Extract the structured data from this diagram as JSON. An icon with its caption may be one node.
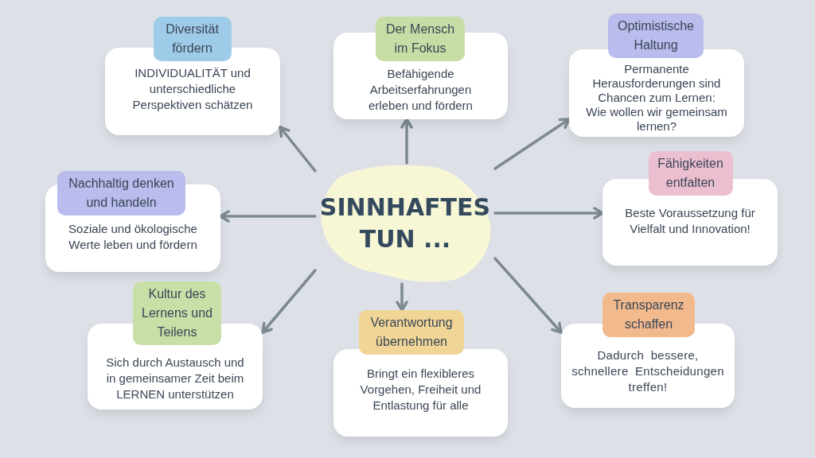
{
  "diagram": {
    "nodes": [
      {
        "text": [
          "Diversität fördern",
          "INDIVIDUALITÄT und unterschiedliche Perspektiven schätzen"
        ]
      },
      {
        "text": [
          "Der Mensch im Fokus",
          "Befähigende Arbeitserfahrungen erleben und fördern"
        ]
      },
      {
        "text": [
          "Optimistische Haltung",
          "Permanente Herausforderungen sind Chancen zum Lernen:",
          "Wie wollen wir gemeinsam lernen?"
        ]
      },
      {
        "text": [
          "Nachhaltig denken und handeln",
          "Soziale und ökologische Werte leben und fördern"
        ]
      },
      {
        "text": [
          "SINNHAFTES TUN ..."
        ]
      },
      {
        "text": [
          "Fähigkeiten entfalten",
          "Beste Voraussetzung für Vielfalt und Innovation!"
        ]
      },
      {
        "text": [
          "Kultur des Lernens und Teilens",
          "Sich durch Austausch und in gemeinsamer Zeit beim LERNEN unterstützen"
        ]
      },
      {
        "text": [
          "Verantwortung übernehmen",
          "Bringt ein flexibleres Vorgehen, Freiheit und Entlastung für alle"
        ]
      },
      {
        "text": [
          "Transparenz schaffen",
          "Dadurch bessere, schnellere Entscheidungen treffen!"
        ]
      }
    ],
    "edges": [
      {
        "from": 4,
        "to": 0,
        "arrow": "to"
      },
      {
        "from": 4,
        "to": 1,
        "arrow": "to"
      },
      {
        "from": 4,
        "to": 2,
        "arrow": "to"
      },
      {
        "from": 4,
        "to": 3,
        "arrow": "to"
      },
      {
        "from": 4,
        "to": 5,
        "arrow": "to"
      },
      {
        "from": 4,
        "to": 6,
        "arrow": "to"
      },
      {
        "from": 4,
        "to": 7,
        "arrow": "to"
      },
      {
        "from": 4,
        "to": 8,
        "arrow": "to"
      }
    ]
  }
}
